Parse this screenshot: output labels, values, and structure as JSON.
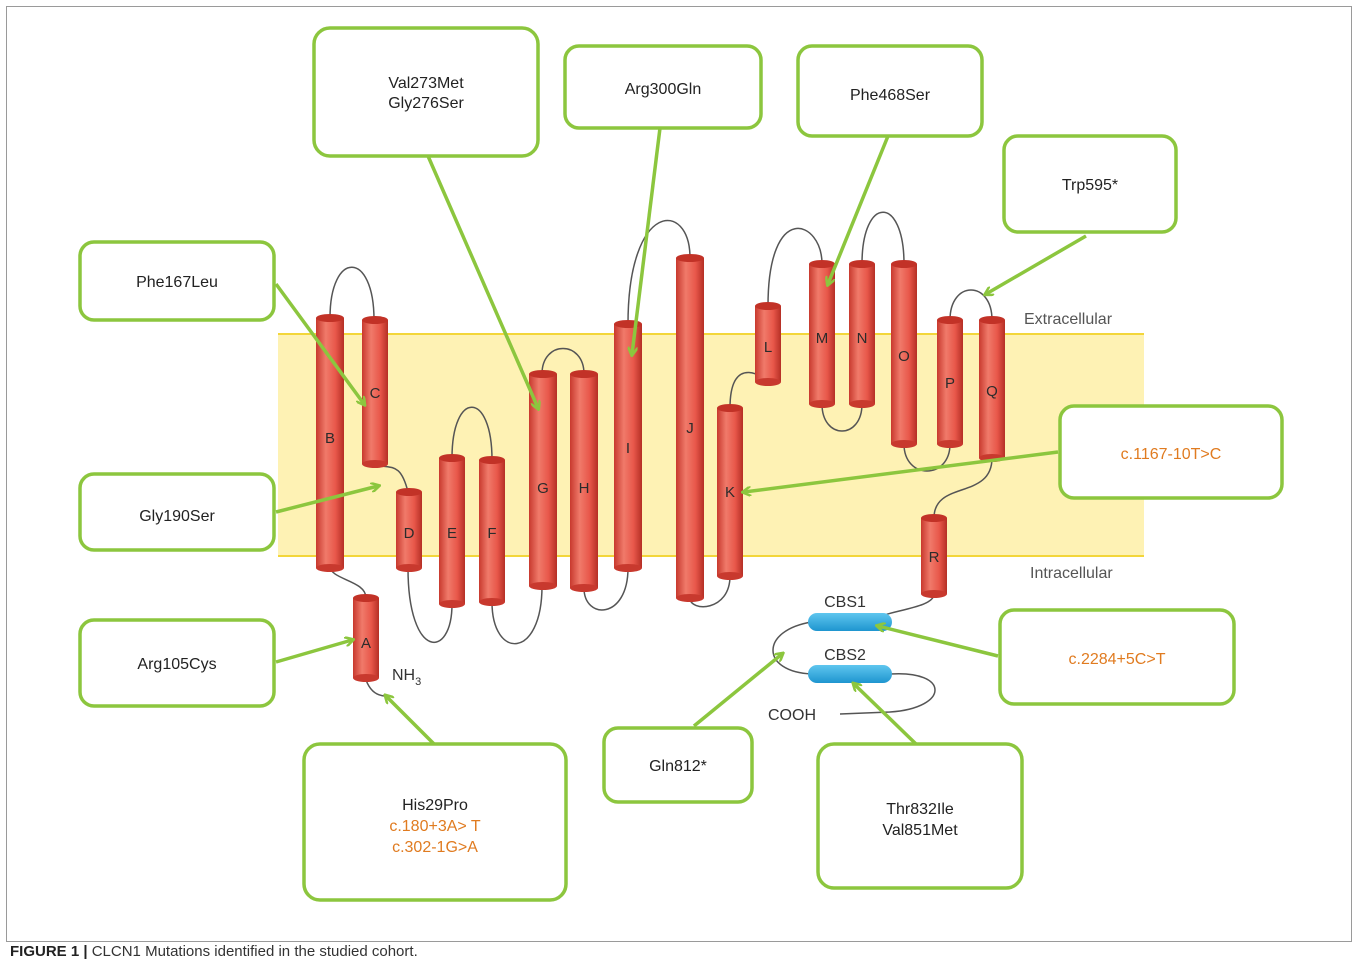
{
  "caption": {
    "label": "FIGURE 1 |",
    "text": "CLCN1 Mutations identified in the studied cohort."
  },
  "membrane": {
    "extracellular": "Extracellular",
    "intracellular": "Intracellular"
  },
  "helices": {
    "A": "A",
    "B": "B",
    "C": "C",
    "D": "D",
    "E": "E",
    "F": "F",
    "G": "G",
    "H": "H",
    "I": "I",
    "J": "J",
    "K": "K",
    "L": "L",
    "M": "M",
    "N": "N",
    "O": "O",
    "P": "P",
    "Q": "Q",
    "R": "R"
  },
  "domains": {
    "cbs1": "CBS1",
    "cbs2": "CBS2"
  },
  "termini": {
    "nh": "NH",
    "nh_sub": "3",
    "cooh": "COOH"
  },
  "mutations": {
    "val273met": "Val273Met",
    "gly276ser": "Gly276Ser",
    "arg300gln": "Arg300Gln",
    "phe468ser": "Phe468Ser",
    "trp595": "Trp595*",
    "phe167leu": "Phe167Leu",
    "gly190ser": "Gly190Ser",
    "c1167": "c.1167-10T>C",
    "arg105cys": "Arg105Cys",
    "c2284": "c.2284+5C>T",
    "his29pro": "His29Pro",
    "c180": "c.180+3A> T",
    "c302": "c.302-1G>A",
    "gln812": "Gln812*",
    "thr832ile": "Thr832Ile",
    "val851met": "Val851Met"
  },
  "colors": {
    "box_border": "#8cc63e",
    "arrow": "#8cc63e",
    "helix": "#e8574a",
    "membrane": "#fef2b4",
    "membrane_edge": "#f3d63a",
    "cbs": "#2aa6de",
    "splice_text": "#e07b20"
  }
}
